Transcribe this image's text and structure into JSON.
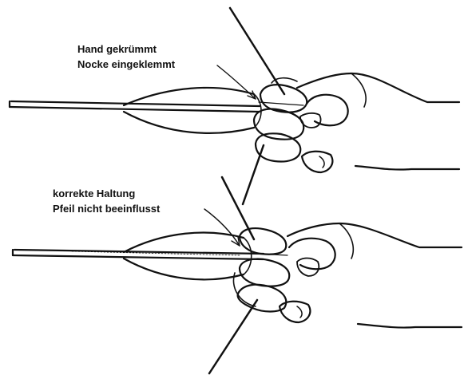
{
  "panels": {
    "top": {
      "line1": "Hand gekrümmt",
      "line2": "Nocke eingeklemmt"
    },
    "bottom": {
      "line1": "korrekte Haltung",
      "line2": "Pfeil nicht beeinflusst"
    }
  },
  "colors": {
    "ink": "#111111",
    "paper": "#ffffff"
  }
}
